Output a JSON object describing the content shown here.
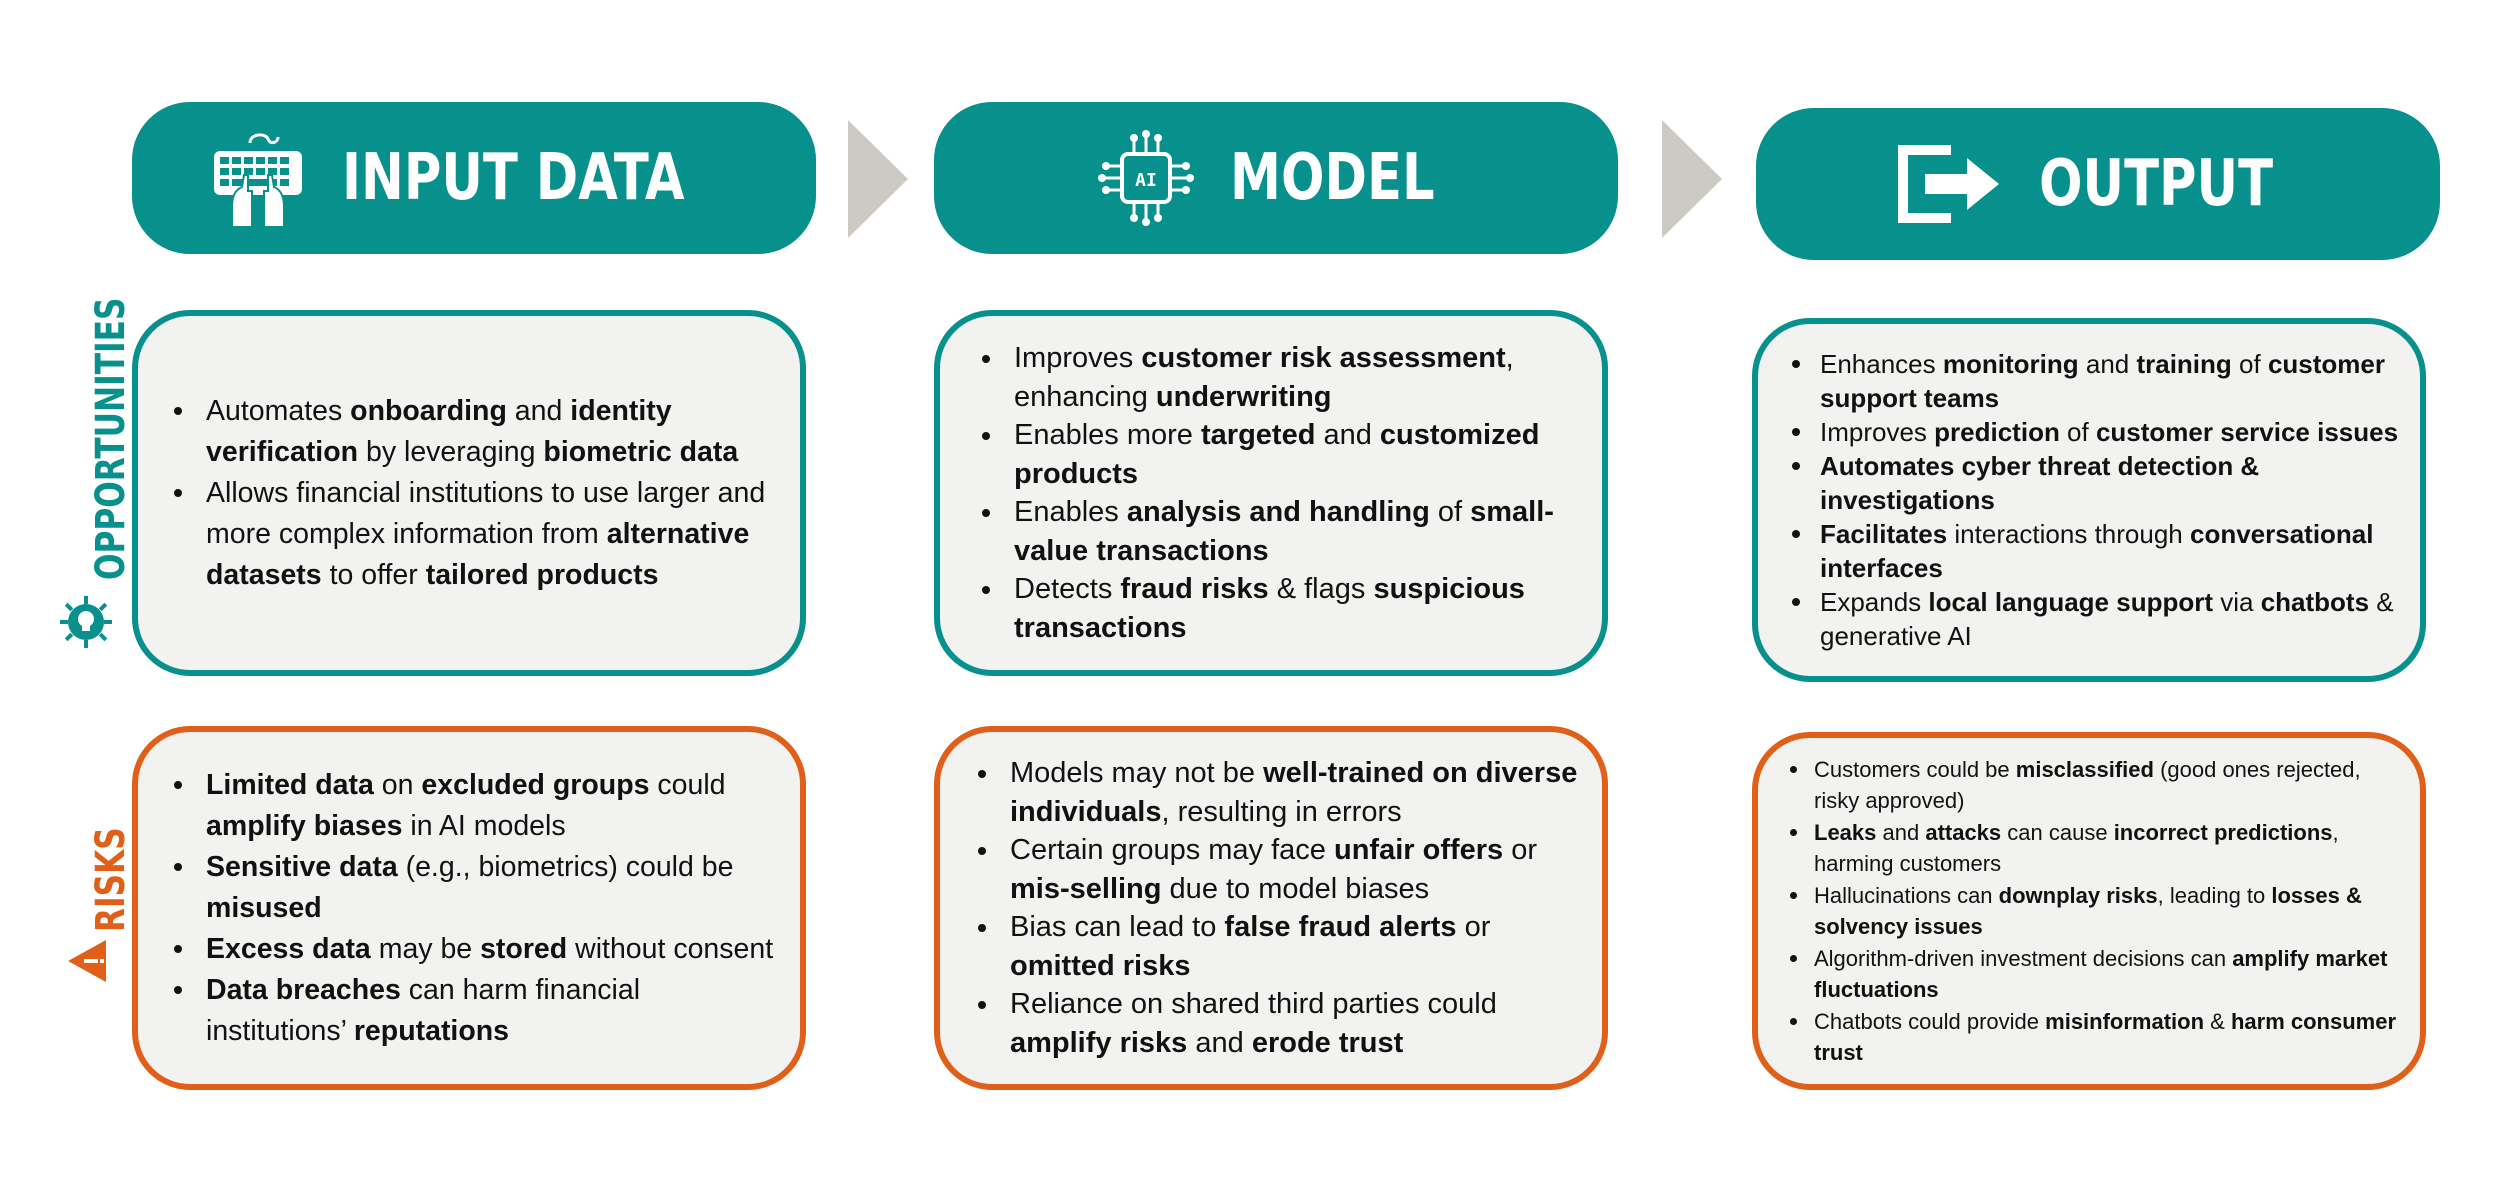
{
  "headers": [
    {
      "title": "INPUT DATA",
      "icon": "keyboard-hands-icon"
    },
    {
      "title": "MODEL",
      "icon": "ai-chip-icon"
    },
    {
      "title": "OUTPUT",
      "icon": "exit-arrow-icon"
    }
  ],
  "ai_chip_label": "AI",
  "row_labels": {
    "opportunities": "OPPORTUNITIES",
    "risks": "RISKS",
    "opportunities_icon": "lightbulb-gear-icon",
    "risks_icon": "warning-icon"
  },
  "colors": {
    "teal": "#08908c",
    "orange": "#e0601a",
    "box_fill": "#f2f2f0",
    "chevron": "#cdcac4"
  },
  "opportunities": [
    [
      [
        {
          "t": "Automates "
        },
        {
          "t": "onboarding",
          "b": true
        },
        {
          "t": " and "
        },
        {
          "t": "identity verification",
          "b": true
        },
        {
          "t": " by leveraging "
        },
        {
          "t": "biometric data",
          "b": true
        }
      ],
      [
        {
          "t": "Allows financial institutions to use larger and more complex information from "
        },
        {
          "t": "alternative datasets",
          "b": true
        },
        {
          "t": " to offer "
        },
        {
          "t": "tailored products",
          "b": true
        }
      ]
    ],
    [
      [
        {
          "t": "Improves "
        },
        {
          "t": "customer risk assessment",
          "b": true
        },
        {
          "t": ", enhancing "
        },
        {
          "t": "underwriting",
          "b": true
        }
      ],
      [
        {
          "t": "Enables more "
        },
        {
          "t": "targeted",
          "b": true
        },
        {
          "t": " and "
        },
        {
          "t": "customized products",
          "b": true
        }
      ],
      [
        {
          "t": "Enables "
        },
        {
          "t": "analysis and handling",
          "b": true
        },
        {
          "t": " of "
        },
        {
          "t": "small-value transactions",
          "b": true
        }
      ],
      [
        {
          "t": "Detects "
        },
        {
          "t": "fraud risks",
          "b": true
        },
        {
          "t": " & flags "
        },
        {
          "t": "suspicious transactions",
          "b": true
        }
      ]
    ],
    [
      [
        {
          "t": "Enhances "
        },
        {
          "t": "monitoring",
          "b": true
        },
        {
          "t": " and "
        },
        {
          "t": "training",
          "b": true
        },
        {
          "t": " of "
        },
        {
          "t": "customer support teams",
          "b": true
        }
      ],
      [
        {
          "t": "Improves "
        },
        {
          "t": "prediction",
          "b": true
        },
        {
          "t": " of "
        },
        {
          "t": "customer service issues",
          "b": true
        }
      ],
      [
        {
          "t": "Automates cyber threat detection & investigations",
          "b": true
        }
      ],
      [
        {
          "t": "Facilitates",
          "b": true
        },
        {
          "t": " interactions through "
        },
        {
          "t": "conversational interfaces",
          "b": true
        }
      ],
      [
        {
          "t": "Expands "
        },
        {
          "t": "local language support",
          "b": true
        },
        {
          "t": " via "
        },
        {
          "t": "chatbots",
          "b": true
        },
        {
          "t": " & generative AI"
        }
      ]
    ]
  ],
  "risks": [
    [
      [
        {
          "t": "Limited data",
          "b": true
        },
        {
          "t": " on "
        },
        {
          "t": "excluded groups",
          "b": true
        },
        {
          "t": " could "
        },
        {
          "t": "amplify biases",
          "b": true
        },
        {
          "t": " in AI models"
        }
      ],
      [
        {
          "t": "Sensitive data",
          "b": true
        },
        {
          "t": " (e.g., biometrics) could be "
        },
        {
          "t": "misused",
          "b": true
        }
      ],
      [
        {
          "t": "Excess data",
          "b": true
        },
        {
          "t": " may be "
        },
        {
          "t": "stored",
          "b": true
        },
        {
          "t": " without consent"
        }
      ],
      [
        {
          "t": "Data breaches",
          "b": true
        },
        {
          "t": " can harm financial institutions’ "
        },
        {
          "t": "reputations",
          "b": true
        }
      ]
    ],
    [
      [
        {
          "t": "Models may not be "
        },
        {
          "t": "well-trained on diverse individuals",
          "b": true
        },
        {
          "t": ", resulting in errors"
        }
      ],
      [
        {
          "t": "Certain groups may face "
        },
        {
          "t": "unfair offers",
          "b": true
        },
        {
          "t": " or "
        },
        {
          "t": "mis-selling",
          "b": true
        },
        {
          "t": " due to model biases"
        }
      ],
      [
        {
          "t": "Bias can lead to "
        },
        {
          "t": "false fraud alerts",
          "b": true
        },
        {
          "t": " or "
        },
        {
          "t": "omitted risks",
          "b": true
        }
      ],
      [
        {
          "t": "Reliance on shared third parties could "
        },
        {
          "t": "amplify risks",
          "b": true
        },
        {
          "t": " and "
        },
        {
          "t": "erode trust",
          "b": true
        }
      ]
    ],
    [
      [
        {
          "t": "Customers could be "
        },
        {
          "t": "misclassified",
          "b": true
        },
        {
          "t": " (good ones rejected, risky approved)"
        }
      ],
      [
        {
          "t": "Leaks",
          "b": true
        },
        {
          "t": " and "
        },
        {
          "t": "attacks",
          "b": true
        },
        {
          "t": " can cause "
        },
        {
          "t": "incorrect predictions",
          "b": true
        },
        {
          "t": ", harming customers"
        }
      ],
      [
        {
          "t": "Hallucinations can "
        },
        {
          "t": "downplay risks",
          "b": true
        },
        {
          "t": ", leading to "
        },
        {
          "t": "losses & solvency issues",
          "b": true
        }
      ],
      [
        {
          "t": "Algorithm-driven investment decisions can "
        },
        {
          "t": "amplify market fluctuations",
          "b": true
        }
      ],
      [
        {
          "t": "Chatbots could provide "
        },
        {
          "t": "misinformation",
          "b": true
        },
        {
          "t": " & "
        },
        {
          "t": "harm consumer trust",
          "b": true
        }
      ]
    ]
  ]
}
